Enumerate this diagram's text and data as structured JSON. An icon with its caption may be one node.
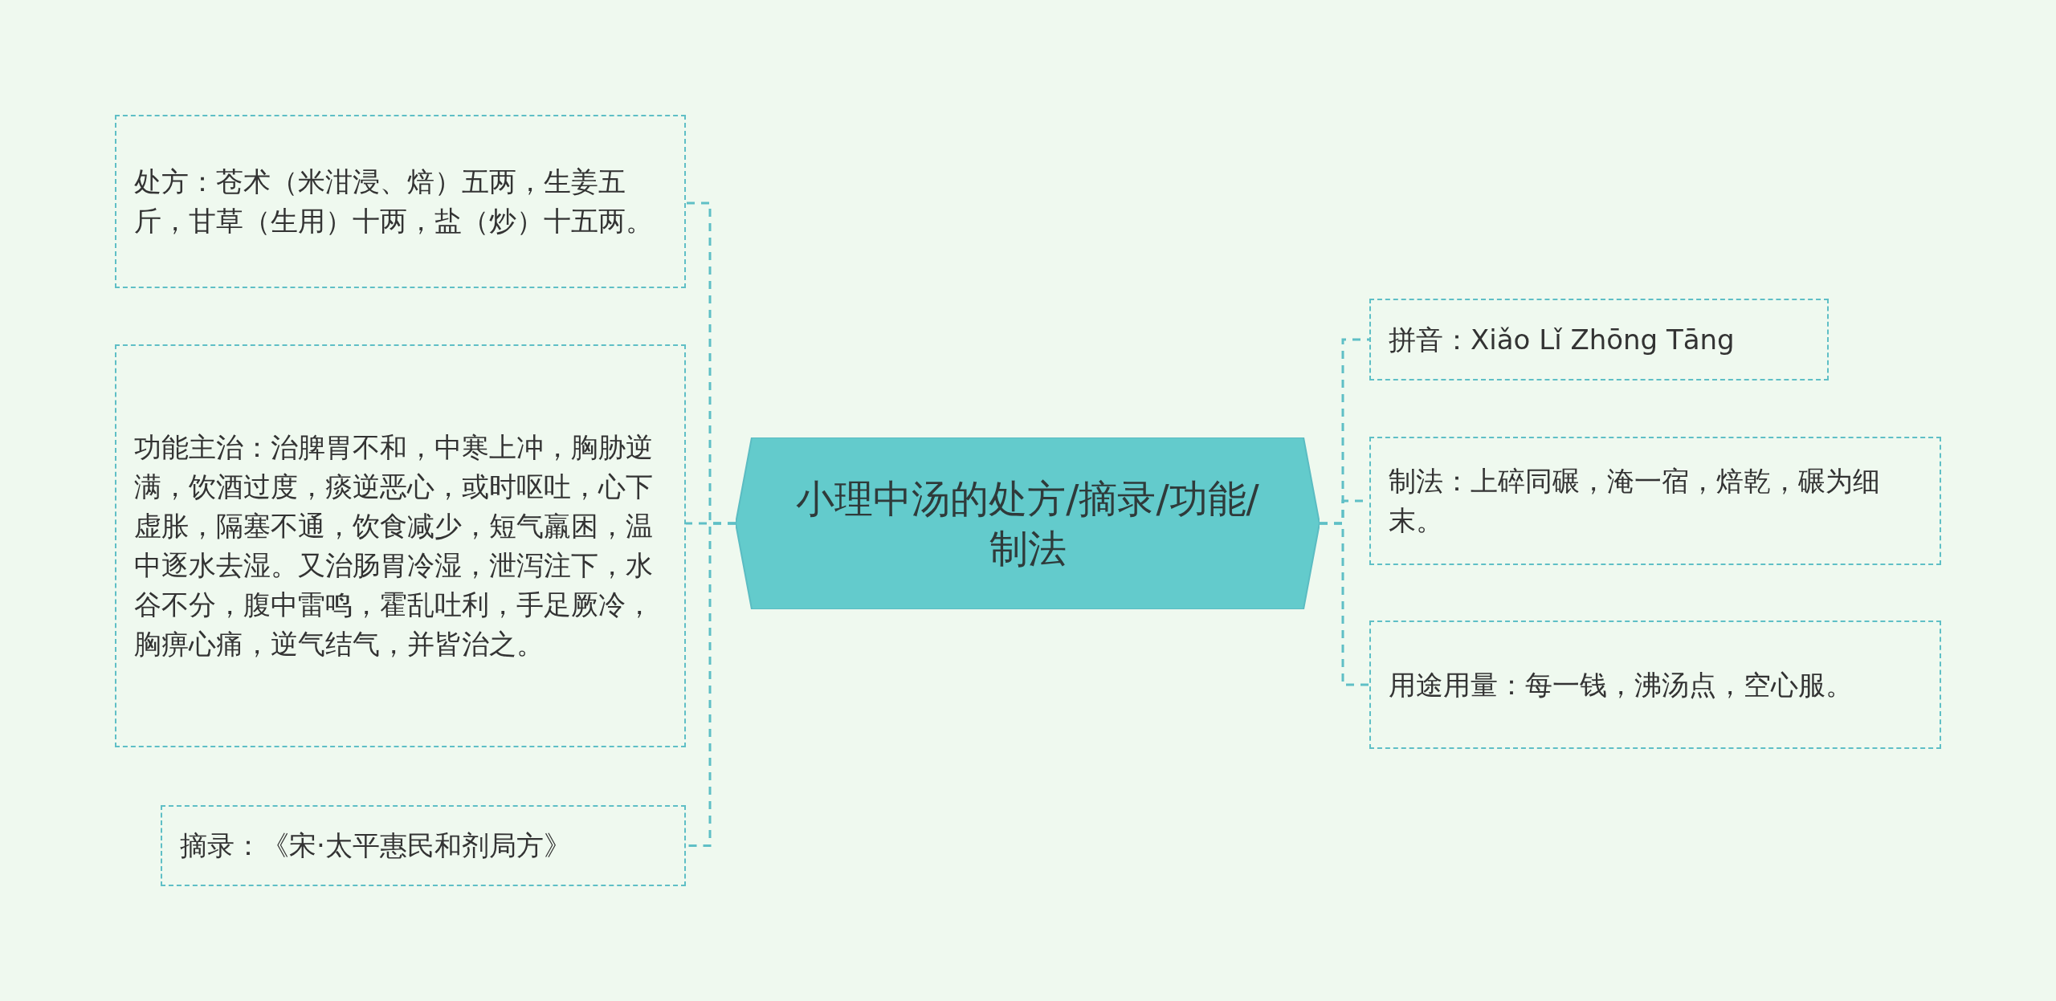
{
  "diagram": {
    "nodes": [
      {
        "text": [
          "小理中汤的处方/摘录/功能/制法"
        ]
      },
      {
        "text": [
          "处方：苍术（米泔浸、焙）五两，生姜五斤，甘草（生用）十两，盐（炒）十五两。"
        ]
      },
      {
        "text": [
          "功能主治：治脾胃不和，中寒上冲，胸胁逆满，饮酒过度，痰逆恶心，或时呕吐，心下虚胀，隔塞不通，饮食减少，短气羸困，温中逐水去湿。又治肠胃冷湿，泄泻注下，水谷不分，腹中雷鸣，霍乱吐利，手足厥冷，胸痹心痛，逆气结气，并皆治之。"
        ]
      },
      {
        "text": [
          "摘录：《宋·太平惠民和剂局方》"
        ]
      },
      {
        "text": [
          "拼音：Xiǎo Lǐ Zhōng Tāng"
        ]
      },
      {
        "text": [
          "制法：上碎同碾，淹一宿，焙乾，碾为细末。"
        ]
      },
      {
        "text": [
          "用途用量：每一钱，沸汤点，空心服。"
        ]
      }
    ],
    "edges": [
      {
        "from": 0,
        "to": 1,
        "arrow": "none"
      },
      {
        "from": 0,
        "to": 2,
        "arrow": "none"
      },
      {
        "from": 0,
        "to": 3,
        "arrow": "none"
      },
      {
        "from": 0,
        "to": 4,
        "arrow": "none"
      },
      {
        "from": 0,
        "to": 5,
        "arrow": "none"
      },
      {
        "from": 0,
        "to": 6,
        "arrow": "none"
      }
    ]
  }
}
